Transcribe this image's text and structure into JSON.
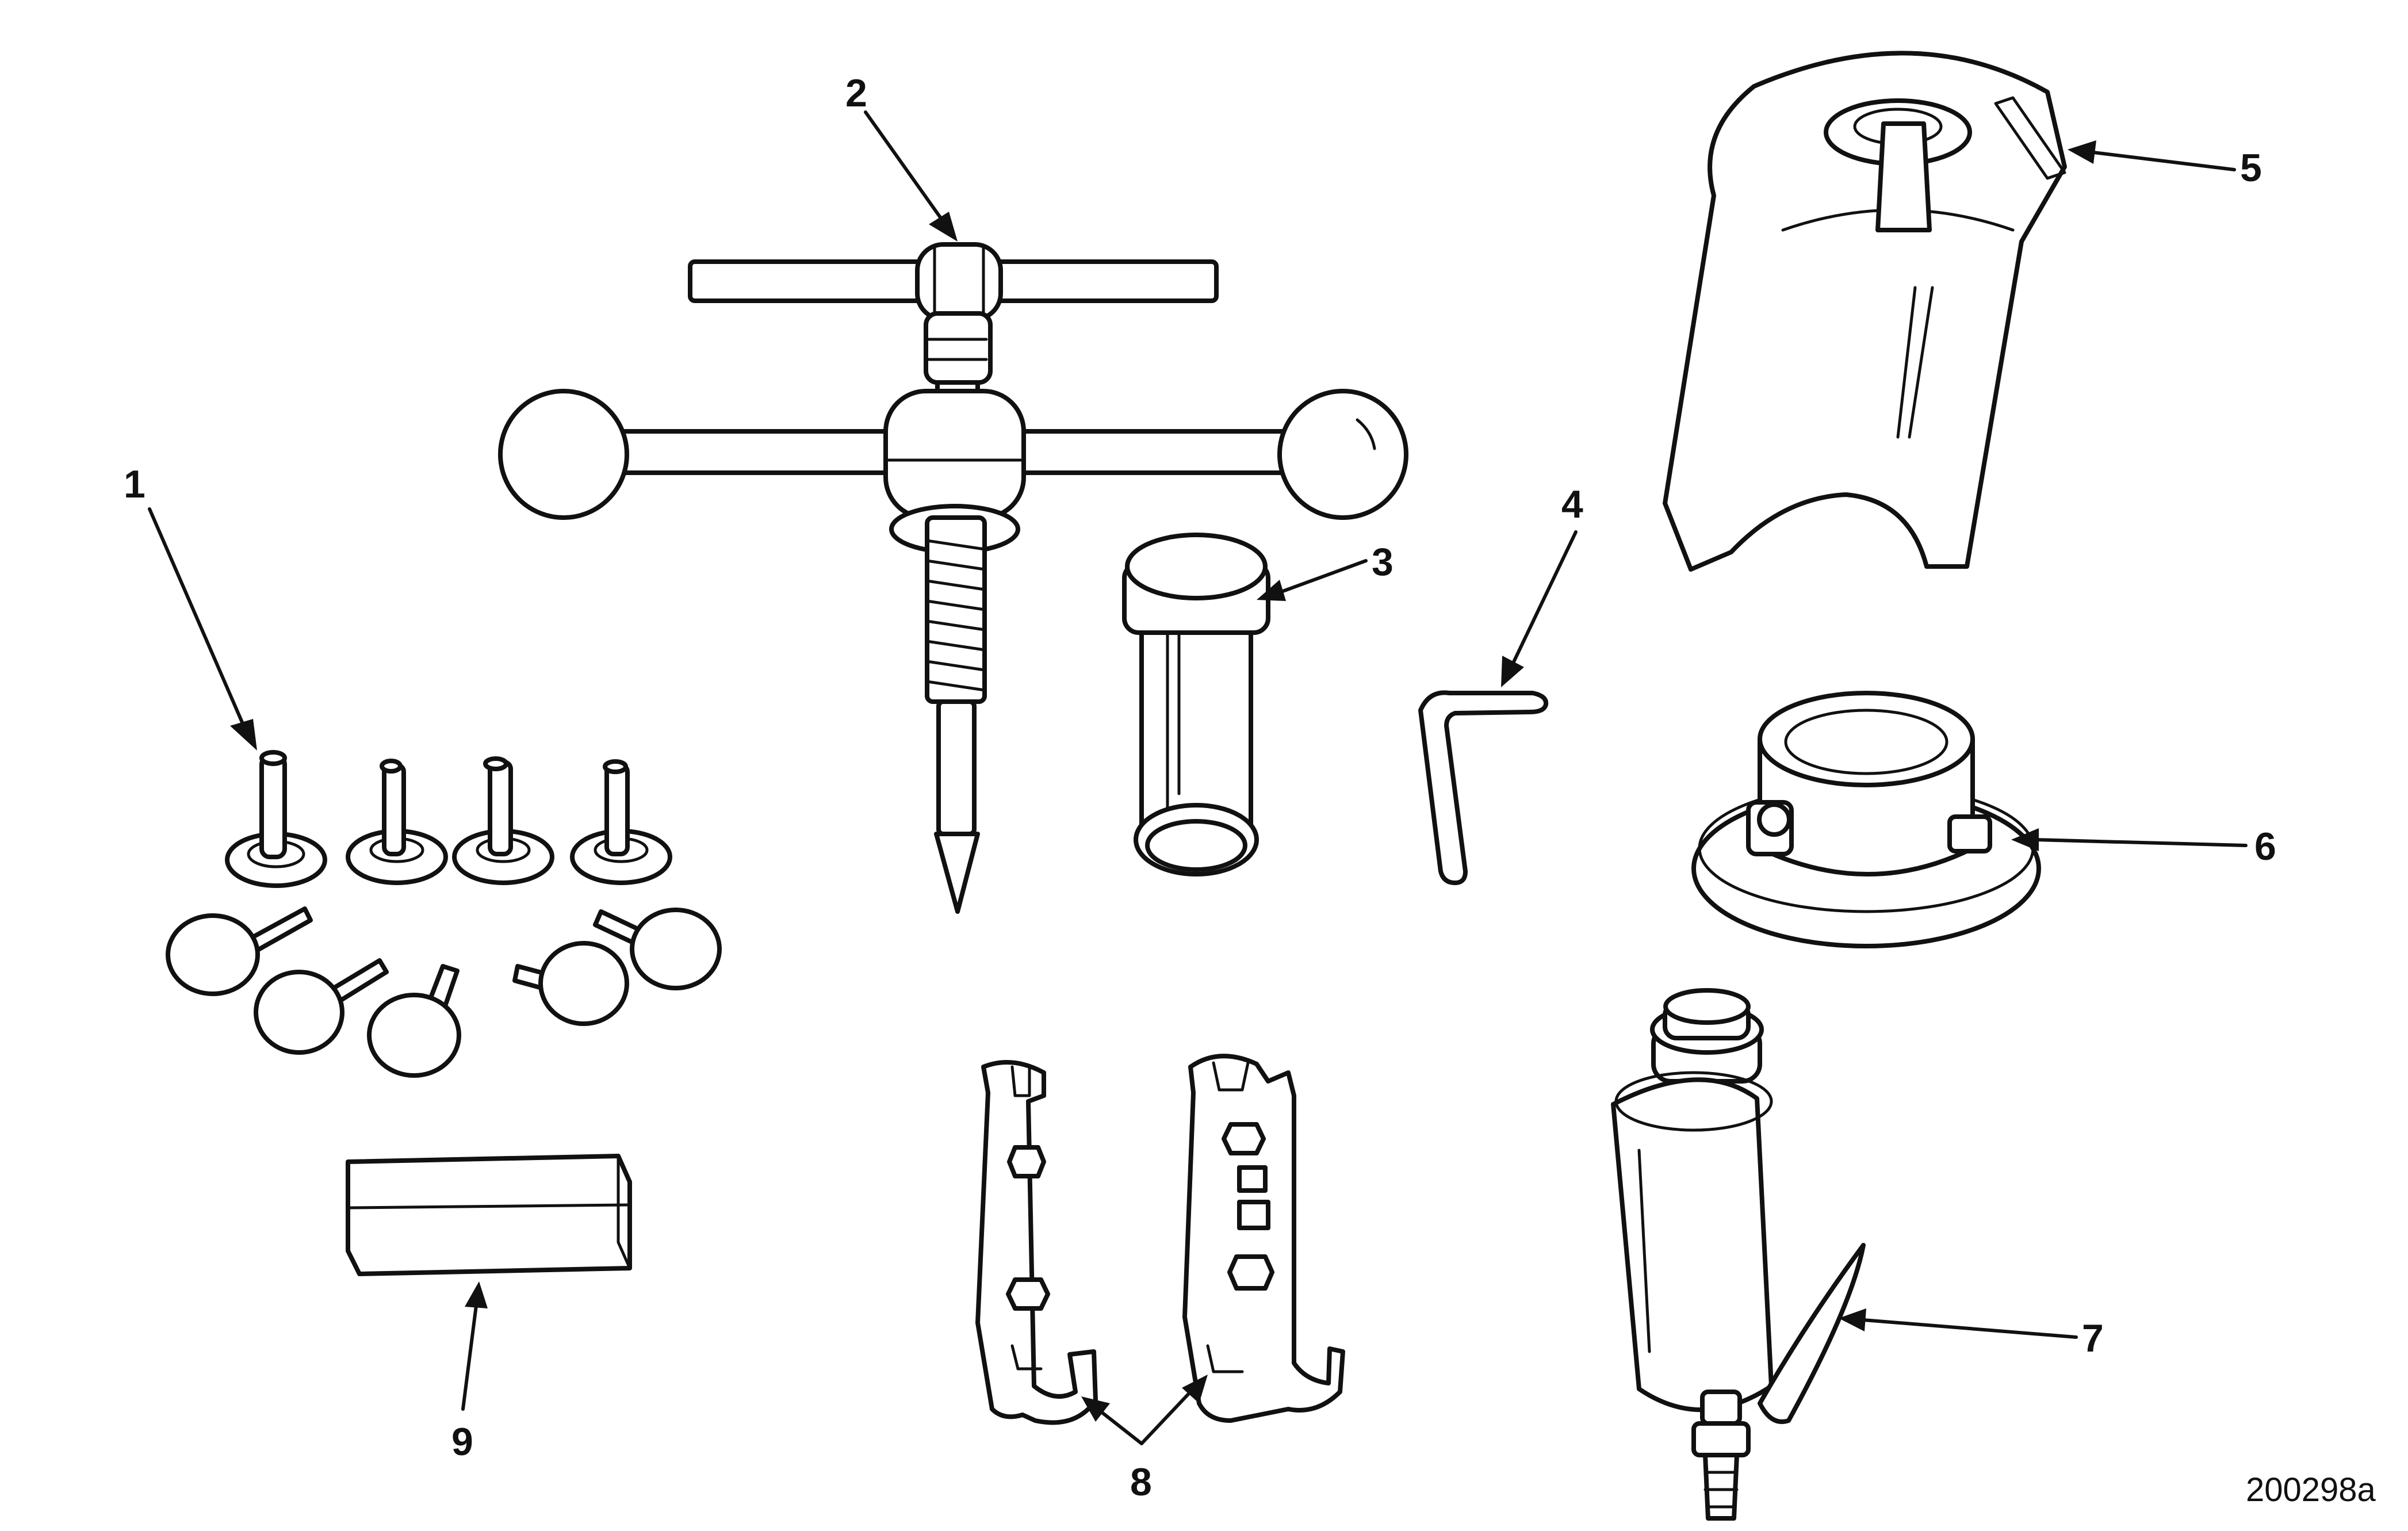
{
  "callouts": {
    "c1": "1",
    "c2": "2",
    "c3": "3",
    "c4": "4",
    "c5": "5",
    "c6": "6",
    "c7": "7",
    "c8": "8",
    "c9": "9"
  },
  "figure_id": "200298a",
  "style": {
    "ink": "#111111",
    "paper": "#ffffff"
  }
}
